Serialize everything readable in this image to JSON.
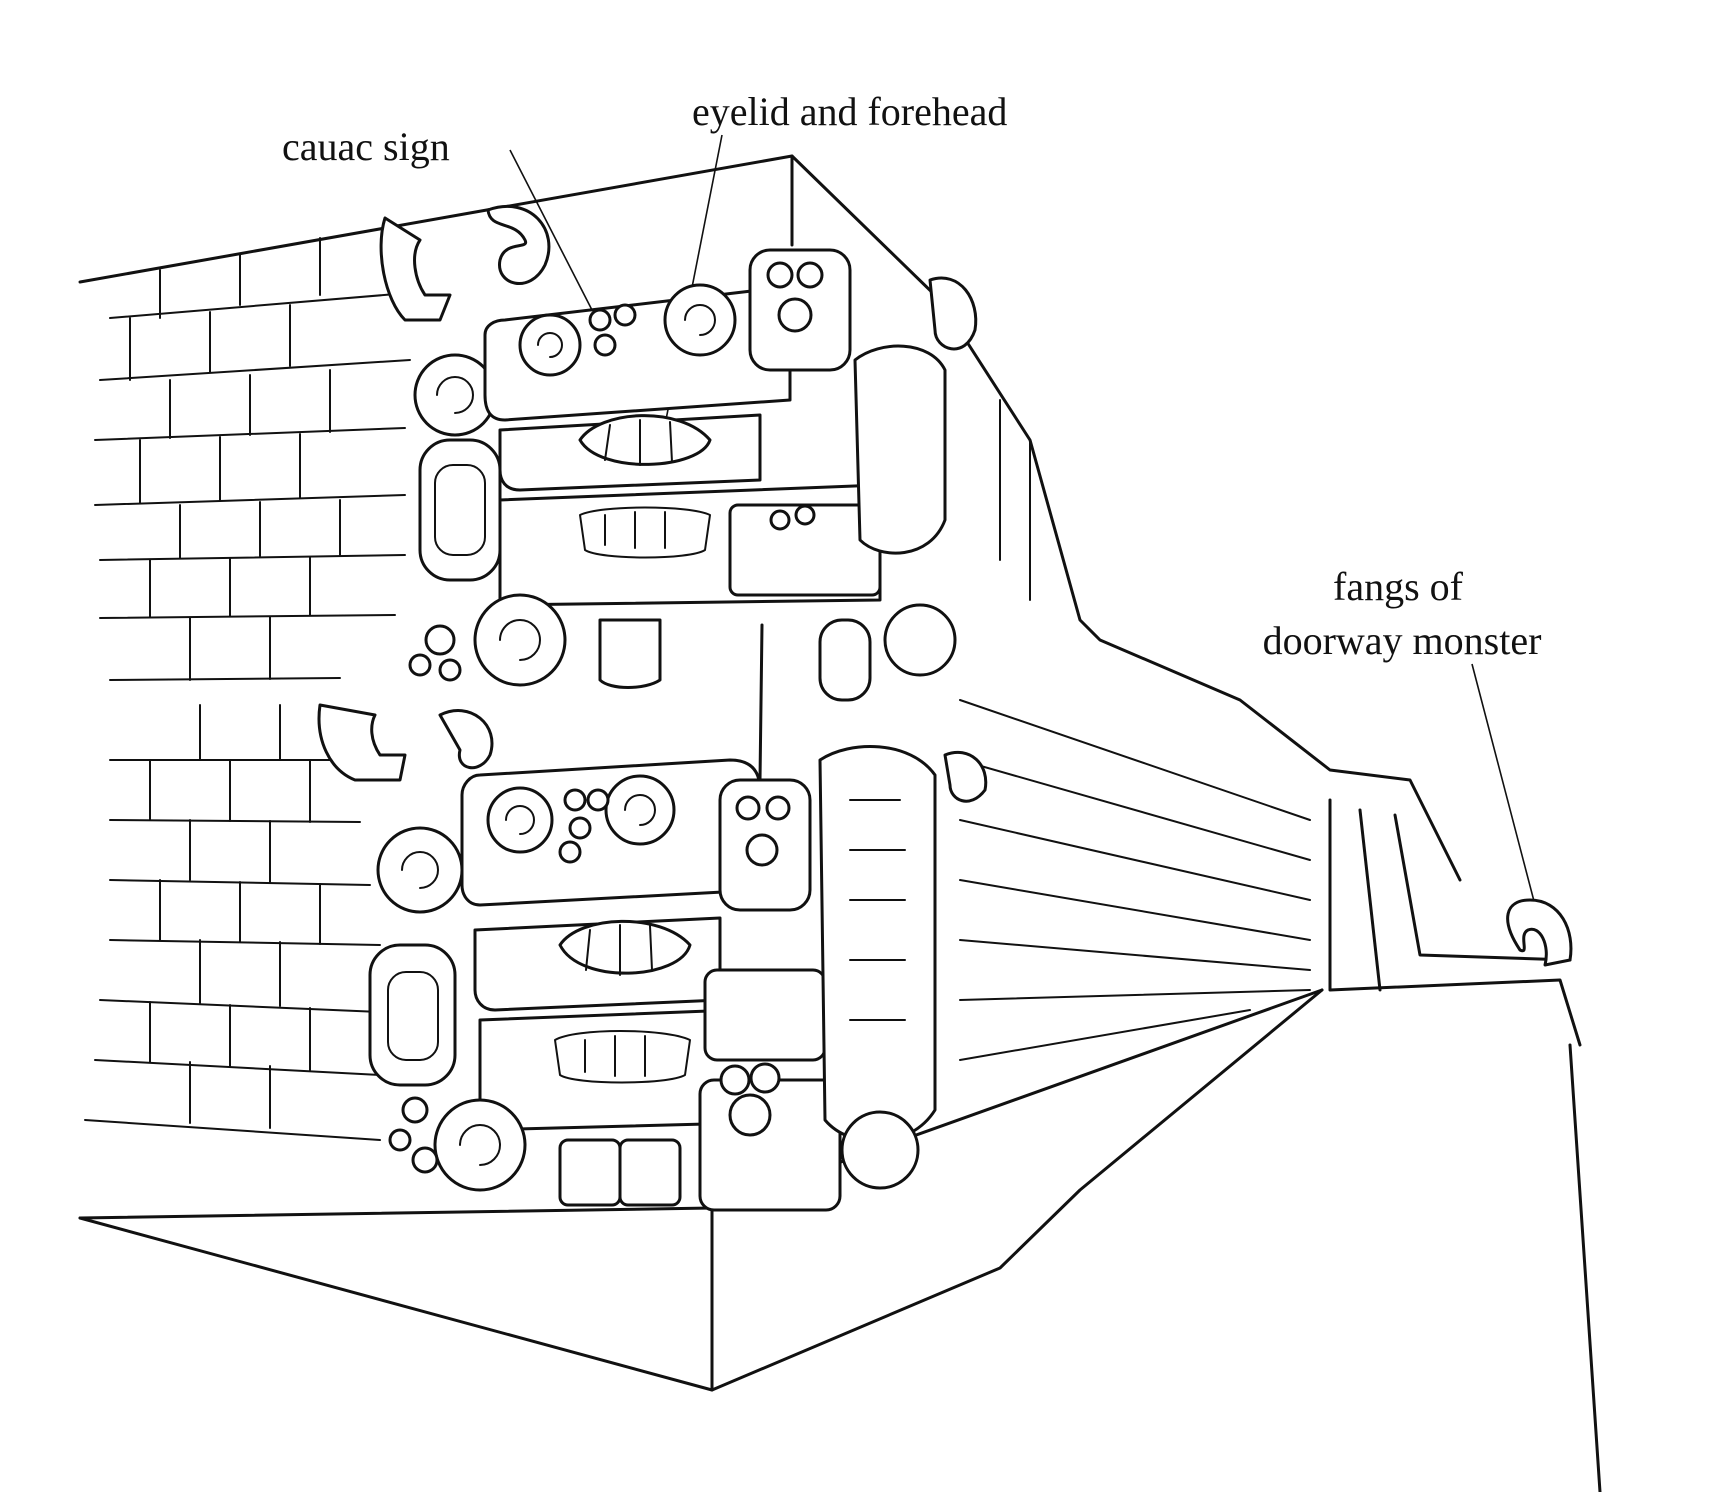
{
  "labels": {
    "cauac": "cauac sign",
    "eyelid": "eyelid and forehead",
    "fangs_line1": "fangs of",
    "fangs_line2": "doorway monster"
  },
  "colors": {
    "ink": "#111111",
    "paper": "#ffffff"
  }
}
